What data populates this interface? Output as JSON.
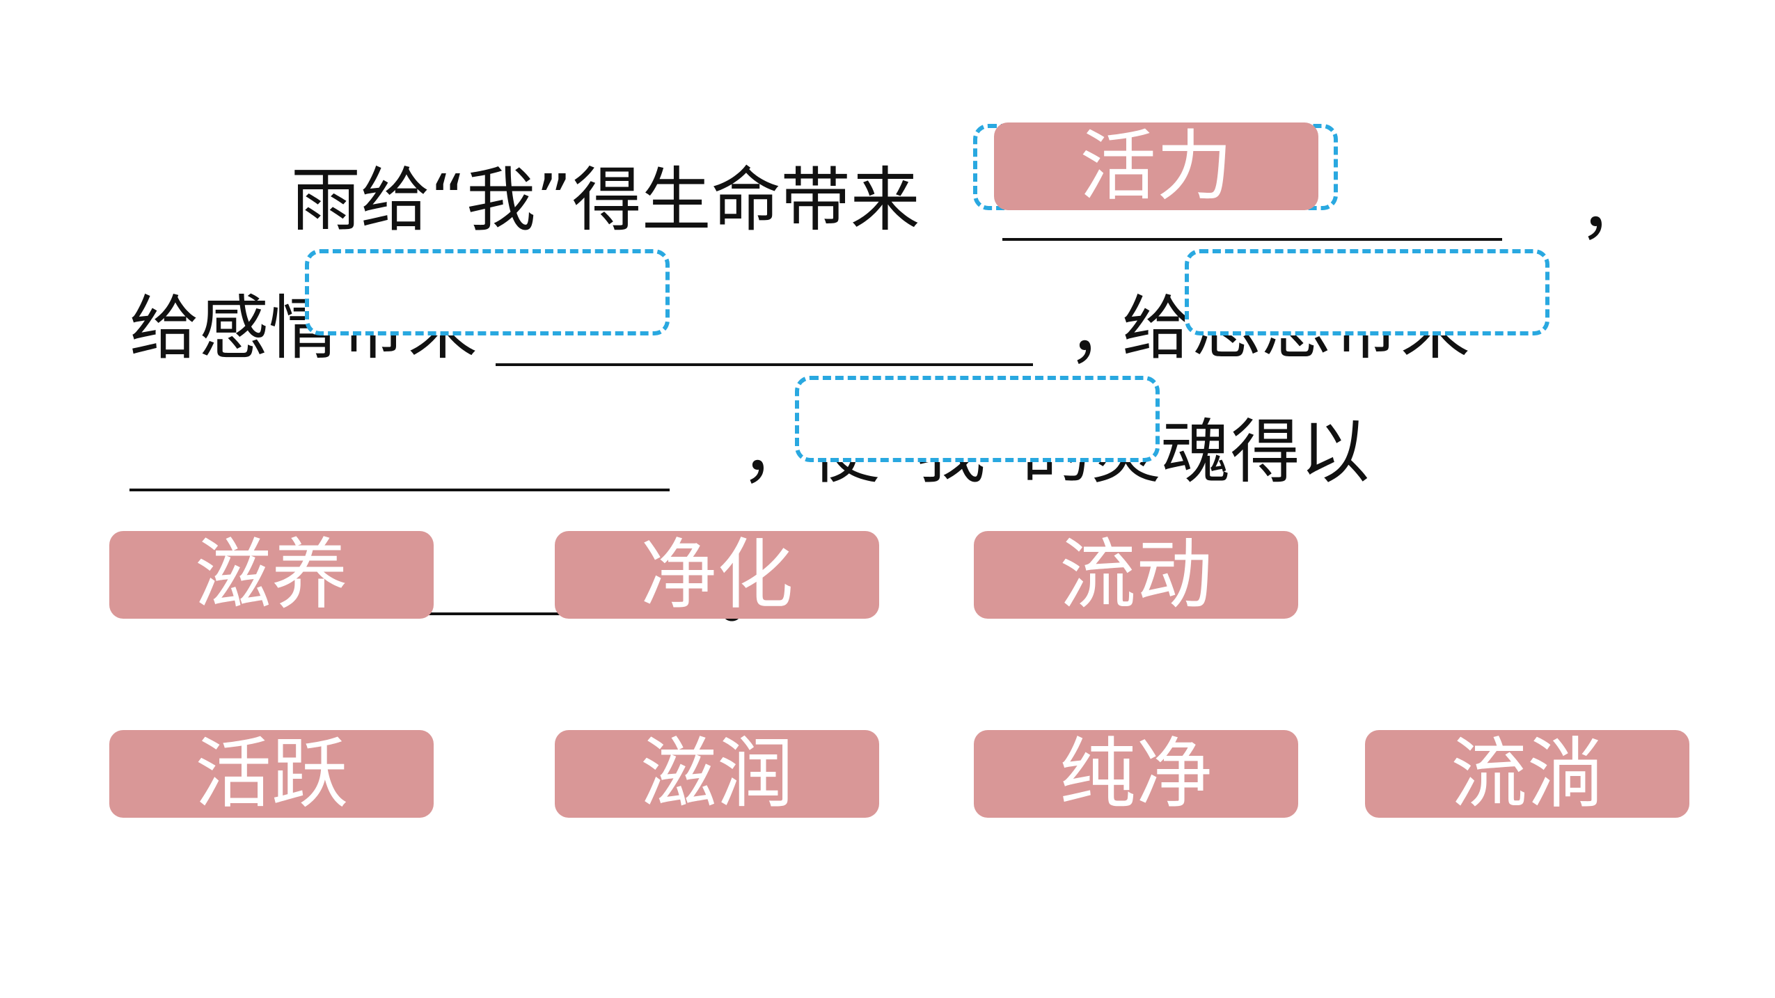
{
  "sentence": {
    "line1_text": "雨给“我”得生命带来",
    "line1_comma": "，",
    "line2_text_a": "给感情带来",
    "line2_comma": "，",
    "line2_text_b": "给思想带来",
    "line3_text": "，使“我”的灵魂得以",
    "line4_period": "。"
  },
  "drop_zones": {
    "zone1_answer": "活力",
    "zone2_answer": "",
    "zone3_answer": "",
    "zone4_answer": ""
  },
  "word_chips": {
    "row1": [
      "滋养",
      "净化",
      "流动"
    ],
    "row2": [
      "活跃",
      "滋润",
      "纯净",
      "流淌"
    ]
  },
  "colors": {
    "chip_background": "#d99797",
    "chip_text": "#ffffff",
    "drop_zone_border": "#29a8e0",
    "text": "#111111"
  }
}
